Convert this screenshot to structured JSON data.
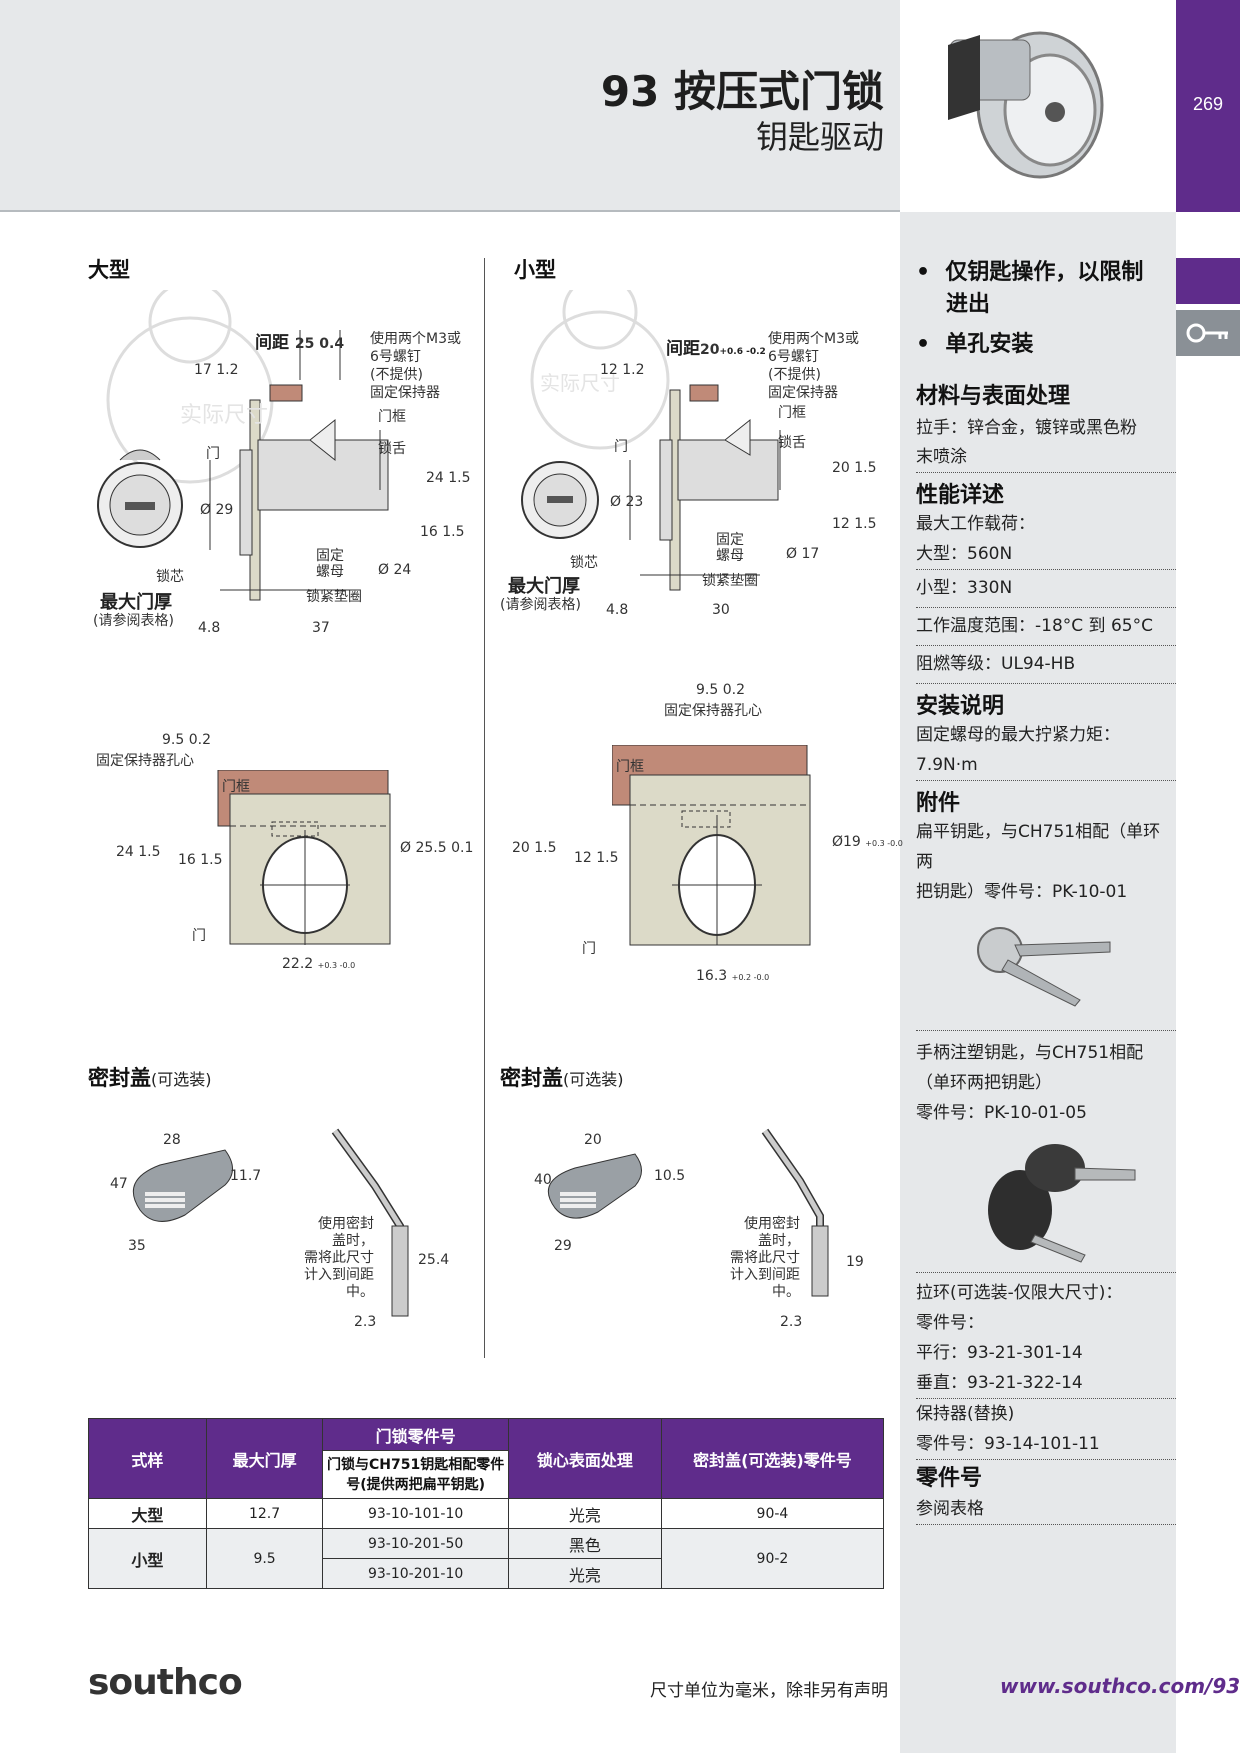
{
  "header": {
    "title": "93 按压式门锁",
    "subtitle": "钥匙驱动",
    "page_number": "269"
  },
  "colors": {
    "purple": "#5f2c8b",
    "gray_bg": "#e6e8ea",
    "frame_brown": "#c08a78",
    "door_tan": "#dcdac8"
  },
  "sidebar": {
    "bullets": [
      "仅钥匙操作，以限制",
      "进出",
      "单孔安装"
    ],
    "material_title": "材料与表面处理",
    "material_lines": [
      "拉手：锌合金，镀锌或黑色粉",
      "末喷涂"
    ],
    "perf_title": "性能详述",
    "perf_lines": [
      "最大工作载荷：",
      "大型：560N",
      "小型：330N",
      "工作温度范围：-18°C 到 65°C",
      "阻燃等级：UL94-HB"
    ],
    "install_title": "安装说明",
    "install_lines": [
      "固定螺母的最大拧紧力矩：",
      "7.9N·m"
    ],
    "acc_title": "附件",
    "acc1_lines": [
      "扁平钥匙，与CH751相配（单环两",
      "把钥匙）零件号：PK-10-01"
    ],
    "acc2_lines": [
      "手柄注塑钥匙，与CH751相配",
      "（单环两把钥匙）",
      "零件号：PK-10-01-05"
    ],
    "acc3_lines": [
      "拉环(可选装-仅限大尺寸)：",
      "零件号：",
      "平行：93-21-301-14",
      "垂直：93-21-322-14"
    ],
    "acc4_lines": [
      "保持器(替换)",
      "零件号：93-14-101-11"
    ],
    "part_title": "零件号",
    "part_line": "参阅表格"
  },
  "drawings": {
    "large_title": "大型",
    "small_title": "小型",
    "actual_size": "实际尺寸",
    "large": {
      "spacing": "间距",
      "spacing_val": "25  0.4",
      "screws": [
        "使用两个M3或",
        "6号螺钉",
        "(不提供)",
        "固定保持器"
      ],
      "frame": "门框",
      "door": "门",
      "tongue": "锁舌",
      "d29": "Ø 29",
      "d24": "Ø 24",
      "core": "锁芯",
      "nut": [
        "固定",
        "螺母"
      ],
      "washer": "锁紧垫圈",
      "max_door": "最大门厚",
      "see_table": "(请参阅表格)",
      "d17": "17  1.2",
      "d24v": "24  1.5",
      "d16": "16  1.5",
      "d48": "4.8",
      "d37": "37"
    },
    "small": {
      "spacing": "间距",
      "spacing_val": "20",
      "tol": "+0.6 -0.2",
      "screws": [
        "使用两个M3或",
        "6号螺钉",
        "(不提供)",
        "固定保持器"
      ],
      "frame": "门框",
      "door": "门",
      "tongue": "锁舌",
      "d23": "Ø 23",
      "d17": "Ø 17",
      "core": "锁芯",
      "nut": [
        "固定",
        "螺母"
      ],
      "washer": "锁紧垫圈",
      "max_door": "最大门厚",
      "see_table": "(请参阅表格)",
      "d12": "12  1.2",
      "d20v": "20  1.5",
      "d12v": "12  1.5",
      "d48": "4.8",
      "d30": "30"
    },
    "cutout_large": {
      "hole_center": "9.5  0.2",
      "hole_label": "固定保持器孔心",
      "frame": "门框",
      "door": "门",
      "d24": "24  1.5",
      "d16": "16  1.5",
      "dia": "Ø 25.5  0.1",
      "w": "22.2",
      "w_tol": "+0.3 -0.0"
    },
    "cutout_small": {
      "hole_center": "9.5  0.2",
      "hole_label": "固定保持器孔心",
      "frame": "门框",
      "door": "门",
      "d20": "20  1.5",
      "d12": "12  1.5",
      "dia": "Ø19",
      "dia_tol": "+0.3 -0.0",
      "w": "16.3",
      "w_tol": "+0.2 -0.0"
    },
    "seal_title": "密封盖",
    "seal_opt": "(可选装)",
    "seal_large": {
      "a": "28",
      "b": "47",
      "c": "11.7",
      "d": "35",
      "note": [
        "使用密封",
        "盖时，",
        "需将此尺寸",
        "计入到间距",
        "中。"
      ],
      "h": "25.4",
      "t": "2.3"
    },
    "seal_small": {
      "a": "20",
      "b": "40",
      "c": "10.5",
      "d": "29",
      "note": [
        "使用密封",
        "盖时，",
        "需将此尺寸",
        "计入到间距",
        "中。"
      ],
      "h": "19",
      "t": "2.3"
    }
  },
  "table": {
    "headers": {
      "style": "式样",
      "max_door": "最大门厚",
      "lock_part": "门锁零件号",
      "lock_part_sub": "门锁与CH751钥匙相配零件号(提供两把扁平钥匙)",
      "finish": "锁心表面处理",
      "seal": "密封盖(可选装)零件号"
    },
    "rows": [
      {
        "style": "大型",
        "max_door": "12.7",
        "part": "93-10-101-10",
        "finish": "光亮",
        "seal": "90-4"
      },
      {
        "style": "小型",
        "max_door": "9.5",
        "part": "93-10-201-50",
        "finish": "黑色",
        "seal": "90-2"
      },
      {
        "part": "93-10-201-10",
        "finish": "光亮"
      }
    ]
  },
  "footer": {
    "logo": "southco",
    "note": "尺寸单位为毫米，除非另有声明",
    "url": "www.southco.com/93"
  }
}
